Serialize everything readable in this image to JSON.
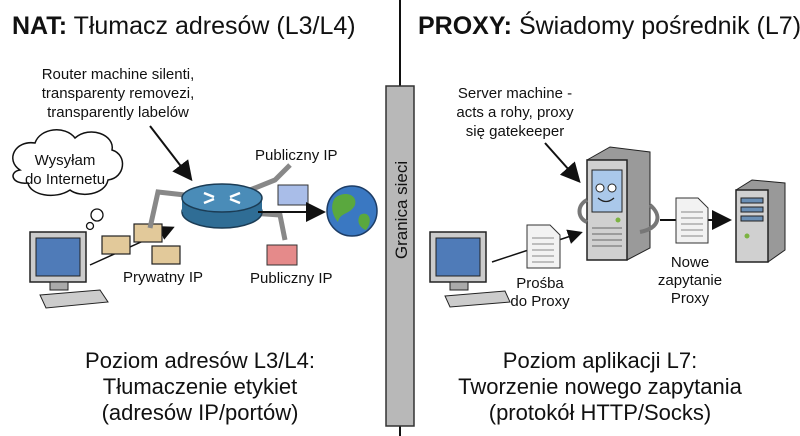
{
  "nat": {
    "title_bold": "NAT:",
    "title_rest": " Tłumacz adresów (L3/L4)",
    "annotation": [
      "Router machine silenti,",
      "transparenty removezi,",
      "transparently labelów"
    ],
    "cloud": [
      "Wysyłam",
      "do Internetu"
    ],
    "public_ip_top": "Publiczny IP",
    "public_ip_bottom": "Publiczny IP",
    "private_ip": "Prywatny IP",
    "bottom": [
      "Poziom adresów L3/L4:",
      "Tłumaczenie etykiet",
      "(adresów IP/portów)"
    ]
  },
  "boundary": {
    "label": "Granica sieci"
  },
  "proxy": {
    "title_bold": "PROXY:",
    "title_rest": " Świadomy pośrednik (L7)",
    "annotation": [
      "Server machine -",
      "acts a rohy, proxy",
      "się gatekeeper"
    ],
    "request": [
      "Prośba",
      "do Proxy"
    ],
    "new_request": [
      "Nowe",
      "zapytanie",
      "Proxy"
    ],
    "bottom": [
      "Poziom aplikacji L7:",
      "Tworzenie nowego zapytania",
      "(protokół HTTP/Socks)"
    ]
  }
}
